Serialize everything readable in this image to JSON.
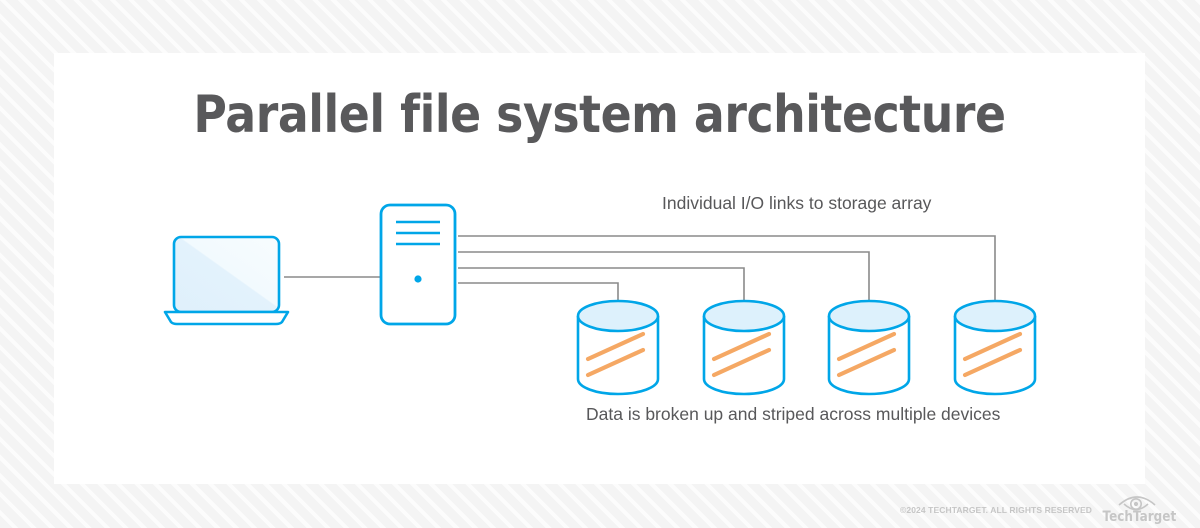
{
  "page": {
    "title": "Parallel file system architecture",
    "background_pattern": "diagonal-stripes",
    "card_background": "#ffffff"
  },
  "colors": {
    "accent_blue": "#00a6e8",
    "screen_fill": "#e8f5fc",
    "stripe_orange": "#f5a864",
    "connector_gray": "#8a8a8a",
    "title_gray": "#59595b",
    "label_gray": "#58585a",
    "footer_gray": "#c6c6c6"
  },
  "diagram": {
    "annotations": {
      "top_label": "Individual I/O links to storage array",
      "bottom_label": "Data is broken up and striped across multiple devices"
    },
    "nodes": [
      {
        "id": "client",
        "type": "laptop",
        "icon": "laptop-icon",
        "label": ""
      },
      {
        "id": "metadata-server",
        "type": "server-tower",
        "icon": "server-tower-icon",
        "label": ""
      },
      {
        "id": "storage-1",
        "type": "disk",
        "icon": "database-cylinder-icon",
        "label": ""
      },
      {
        "id": "storage-2",
        "type": "disk",
        "icon": "database-cylinder-icon",
        "label": ""
      },
      {
        "id": "storage-3",
        "type": "disk",
        "icon": "database-cylinder-icon",
        "label": ""
      },
      {
        "id": "storage-4",
        "type": "disk",
        "icon": "database-cylinder-icon",
        "label": ""
      }
    ],
    "links": [
      {
        "from": "client",
        "to": "metadata-server"
      },
      {
        "from": "metadata-server",
        "to": "storage-1"
      },
      {
        "from": "metadata-server",
        "to": "storage-2"
      },
      {
        "from": "metadata-server",
        "to": "storage-3"
      },
      {
        "from": "metadata-server",
        "to": "storage-4"
      }
    ],
    "disk_count": 4,
    "stripes_per_disk": 2
  },
  "footer": {
    "copyright": "©2024 TECHTARGET. ALL RIGHTS RESERVED",
    "logo_text": "TechTarget",
    "logo_icon": "eye-icon"
  }
}
